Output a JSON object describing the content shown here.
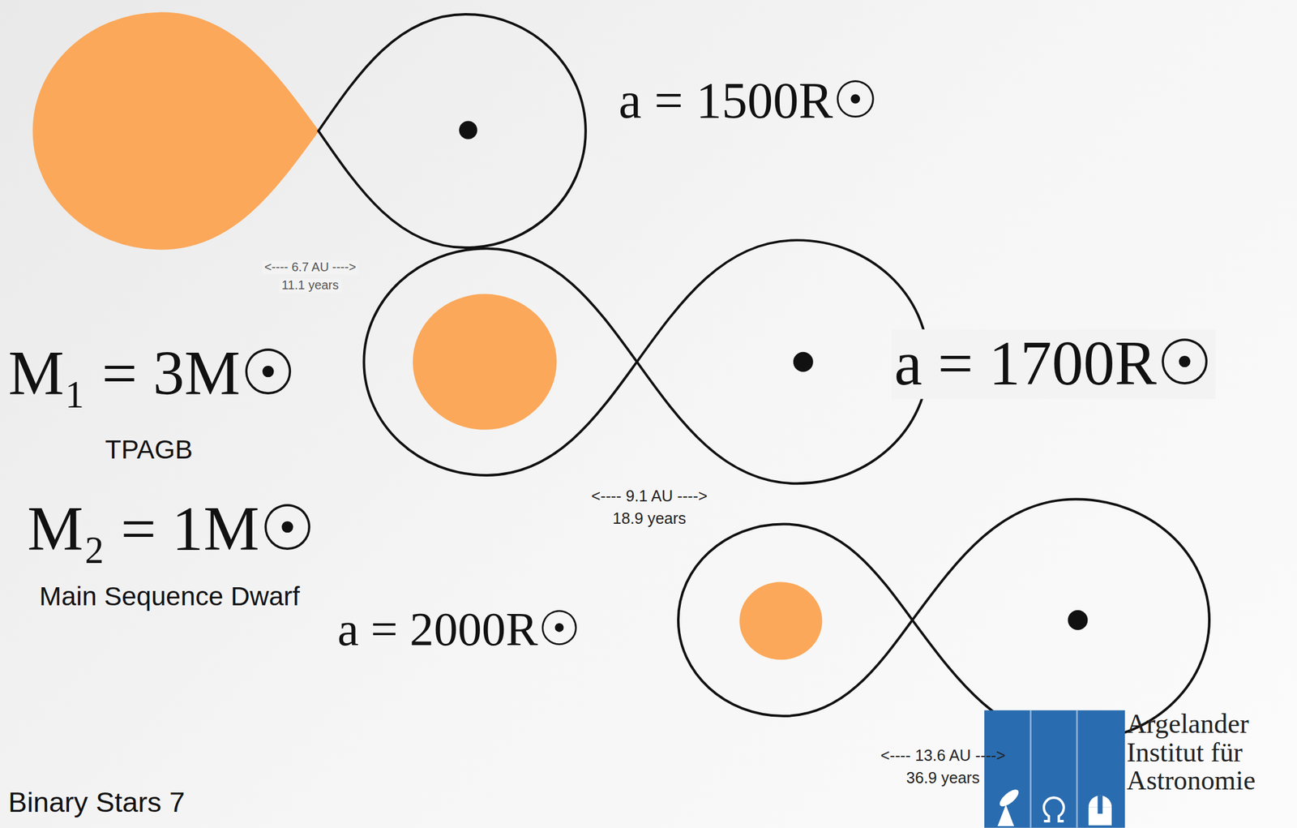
{
  "diagram": {
    "labels": [
      "a = 1500R☉",
      "<---- 6.7 AU ---->",
      "11.1 years",
      "M₁ = 3M☉",
      "TPAGB",
      "a = 1700R☉",
      "<---- 9.1 AU ---->",
      "18.9 years",
      "M₂ = 1M☉",
      "Main Sequence Dwarf",
      "a = 2000R☉",
      "<---- 13.6 AU ---->",
      "36.9 years",
      "Binary Stars 7",
      "Argelander Institut für Astronomie"
    ]
  }
}
